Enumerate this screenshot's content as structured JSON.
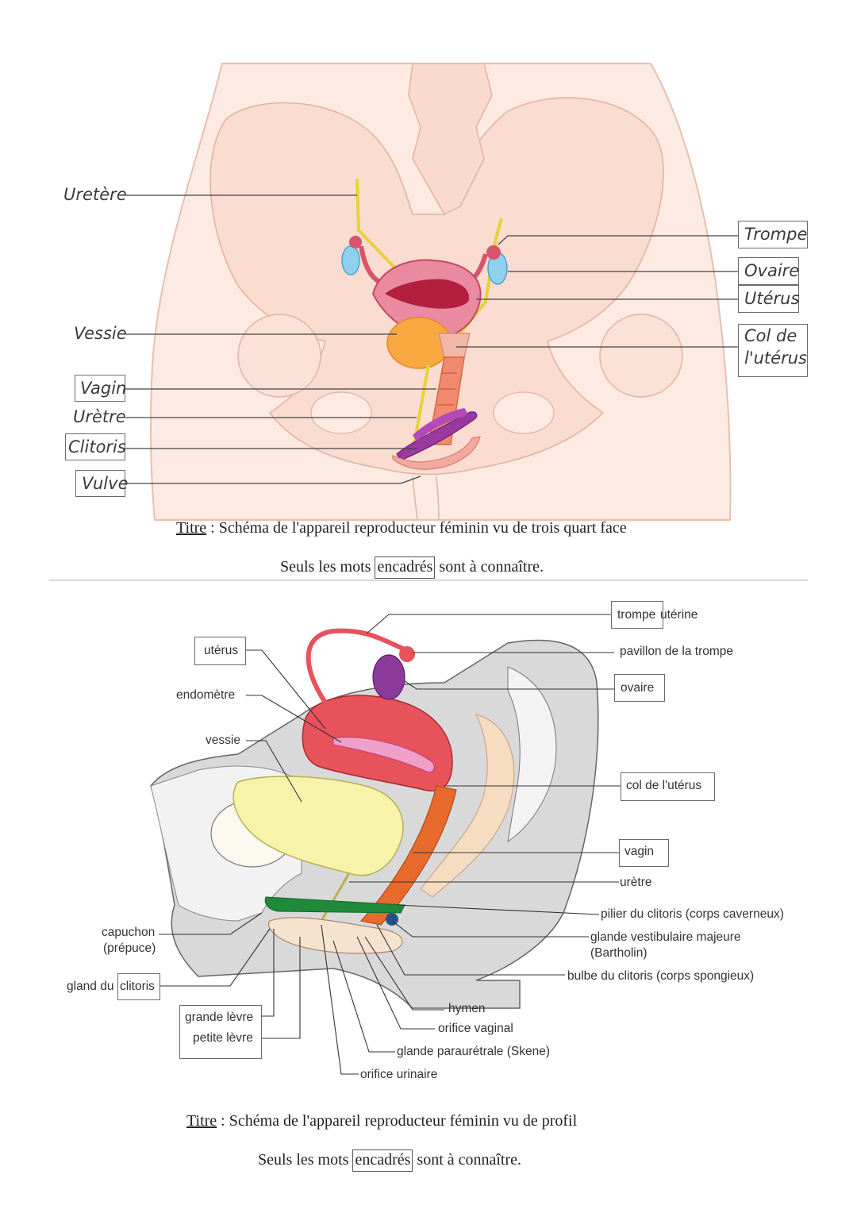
{
  "diagram1": {
    "labels_left": {
      "uretere": "Uretère",
      "vessie": "Vessie",
      "vagin": "Vagin",
      "uretre": "Urètre",
      "clitoris": "Clitoris",
      "vulve": "Vulve"
    },
    "labels_right": {
      "trompe": "Trompe",
      "ovaire": "Ovaire",
      "uterus": "Utérus",
      "col_line1": "Col de",
      "col_line2": "l'utérus"
    },
    "caption_prefix": "Titre",
    "caption_text": " : Schéma de l'appareil reproducteur féminin vu de trois quart face",
    "note_before": "Seuls les mots ",
    "note_boxed": "encadrés",
    "note_after": " sont à connaître."
  },
  "diagram2": {
    "labels": {
      "uterus": "utérus",
      "endometre": "endomètre",
      "vessie": "vessie",
      "capuchon_1": "capuchon",
      "capuchon_2": "(prépuce)",
      "gland_prefix": "gland du ",
      "gland_boxed": "clitoris",
      "grande_levre": "grande lèvre",
      "petite_levre": "petite lèvre",
      "trompe_boxed": "trompe",
      "trompe_suffix": " utérine",
      "pavillon": "pavillon de la trompe",
      "ovaire": "ovaire",
      "col": "col de l'utérus",
      "vagin": "vagin",
      "uretre": "urètre",
      "pilier": "pilier du clitoris (corps caverneux)",
      "glande_vest_1": "glande vestibulaire majeure",
      "glande_vest_2": "(Bartholin)",
      "bulbe": "bulbe du clitoris (corps spongieux)",
      "hymen": "hymen",
      "orifice_vaginal": "orifice vaginal",
      "glande_para": "glande paraurétrale (Skene)",
      "orifice_urinaire": "orifice urinaire"
    },
    "caption_prefix": "Titre",
    "caption_text": " : Schéma de l'appareil reproducteur féminin vu de profil",
    "note_before": "Seuls les mots ",
    "note_boxed": "encadrés",
    "note_after": " sont à connaître."
  }
}
